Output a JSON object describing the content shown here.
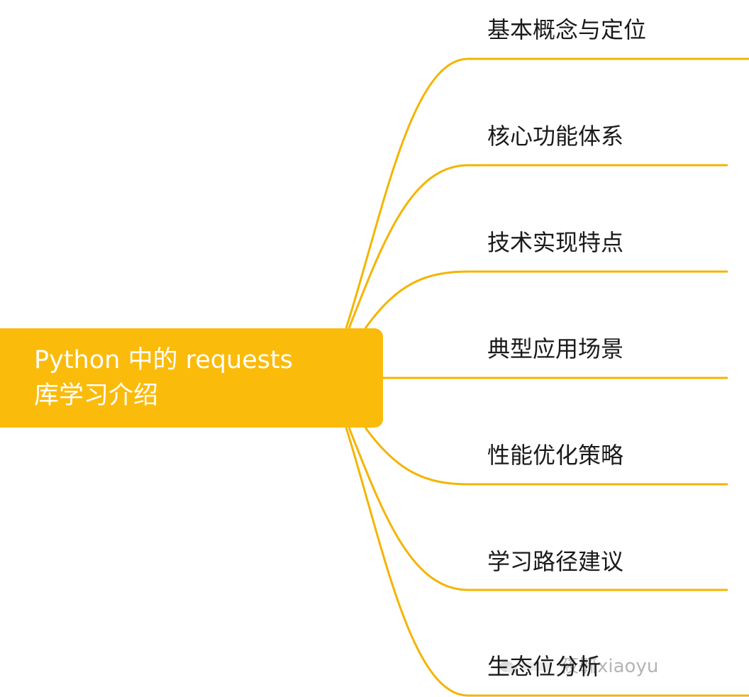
{
  "mindmap": {
    "root": {
      "line1": "Python 中的 requests",
      "line2": "库学习介绍"
    },
    "branches": [
      {
        "label": "基本概念与定位"
      },
      {
        "label": "核心功能体系"
      },
      {
        "label": "技术实现特点"
      },
      {
        "label": "典型应用场景"
      },
      {
        "label": "性能优化策略"
      },
      {
        "label": "学习路径建议"
      },
      {
        "label": "生态位分析"
      }
    ]
  },
  "watermark": {
    "text": "筱毓xiaoyu"
  },
  "colors": {
    "root_fill": "#fbbb0a",
    "connector": "#f4b400",
    "root_text": "#ffffff",
    "branch_text": "#1a1a1a",
    "watermark": "#b5b5b5"
  }
}
